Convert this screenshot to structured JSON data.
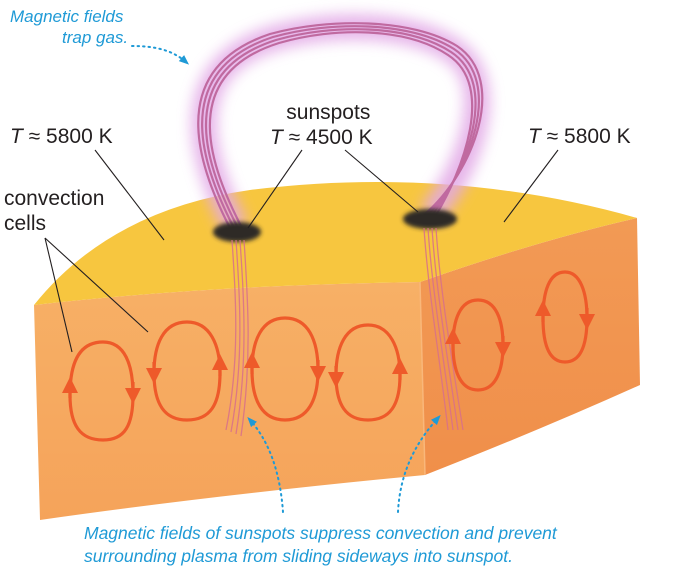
{
  "labels": {
    "magnetic_trap_line1": "Magnetic fields",
    "magnetic_trap_line2": "trap gas.",
    "sunspots_word": "sunspots",
    "sunspot_temp_symbol": "T",
    "sunspot_temp_value": "≈ 4500 K",
    "left_temp_symbol": "T",
    "left_temp_value": "≈ 5800 K",
    "right_temp_symbol": "T",
    "right_temp_value": "≈ 5800 K",
    "convection_line1": "convection",
    "convection_line2": "cells",
    "bottom_caption_line1": "Magnetic fields of sunspots suppress convection and prevent",
    "bottom_caption_line2": "surrounding plasma from sliding sideways into sunspot."
  },
  "colors": {
    "surface_yellow": "#f7c63f",
    "front_face": "#f6a860",
    "side_face": "#f39650",
    "convection_arrow": "#ee5a2a",
    "magnetic_loop": "#c06aa0",
    "magnetic_glow": "#e2a8e6",
    "callout_blue": "#1f9ad6",
    "sunspot_dark": "#2e2b28",
    "text": "#231f20"
  }
}
